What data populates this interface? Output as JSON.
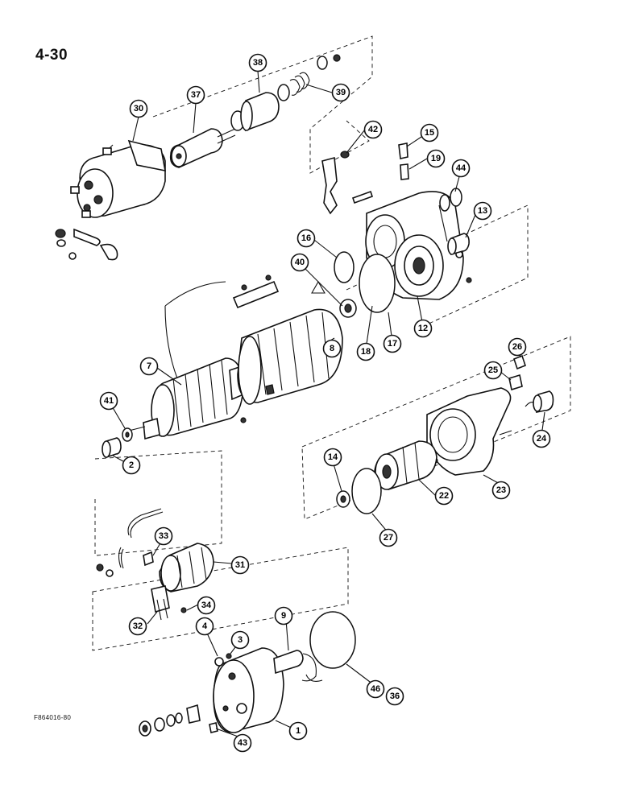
{
  "page_number": "4-30",
  "figure_code": "F864016-80",
  "callouts": [
    "30",
    "37",
    "38",
    "39",
    "42",
    "15",
    "19",
    "44",
    "13",
    "16",
    "40",
    "8",
    "18",
    "17",
    "12",
    "7",
    "26",
    "25",
    "41",
    "2",
    "14",
    "22",
    "23",
    "24",
    "27",
    "33",
    "31",
    "34",
    "32",
    "9",
    "4",
    "3",
    "46",
    "36",
    "1",
    "43"
  ]
}
